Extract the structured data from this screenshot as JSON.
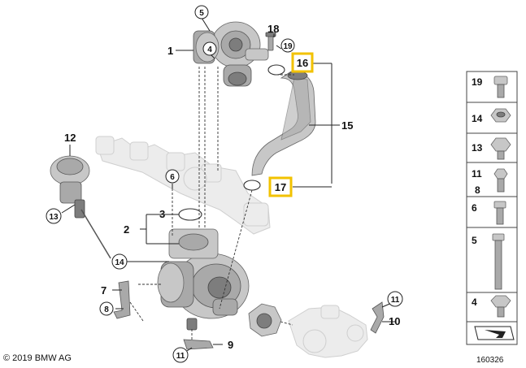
{
  "callouts": {
    "c1": "1",
    "c2": "2",
    "c3": "3",
    "c4": "4",
    "c5": "5",
    "c6": "6",
    "c7": "7",
    "c8": "8",
    "c9": "9",
    "c10": "10",
    "c11a": "11",
    "c11b": "11",
    "c12": "12",
    "c13": "13",
    "c14": "14",
    "c15": "15",
    "c16": "16",
    "c17": "17",
    "c18": "18",
    "c19": "19"
  },
  "side_panel": {
    "items": [
      {
        "label": "19"
      },
      {
        "label": "14"
      },
      {
        "label": "13"
      },
      {
        "label": "11",
        "label2": "8"
      },
      {
        "label": "6"
      },
      {
        "label": "5"
      },
      {
        "label": "4"
      }
    ]
  },
  "highlight_color": "#f2c200",
  "footer": {
    "copyright": "© 2019 BMW AG",
    "reference": "160326"
  }
}
